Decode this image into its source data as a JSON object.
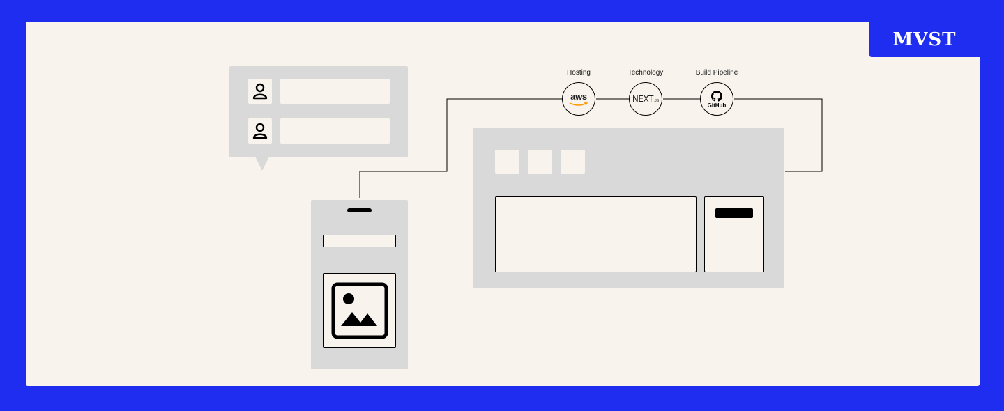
{
  "brand": {
    "name": "MVST"
  },
  "tech_stack": [
    {
      "label": "Hosting",
      "icon": "aws-logo-icon",
      "logo_text": "aws"
    },
    {
      "label": "Technology",
      "icon": "nextjs-logo-icon",
      "logo_text": "NEXT"
    },
    {
      "label": "Build Pipeline",
      "icon": "github-logo-icon",
      "logo_text": "GitHub"
    }
  ],
  "colors": {
    "frame": "#1f2df0",
    "card": "#f8f4ed",
    "panel": "#d9d9d9",
    "ink": "#000000",
    "aws_smile": "#f90"
  }
}
